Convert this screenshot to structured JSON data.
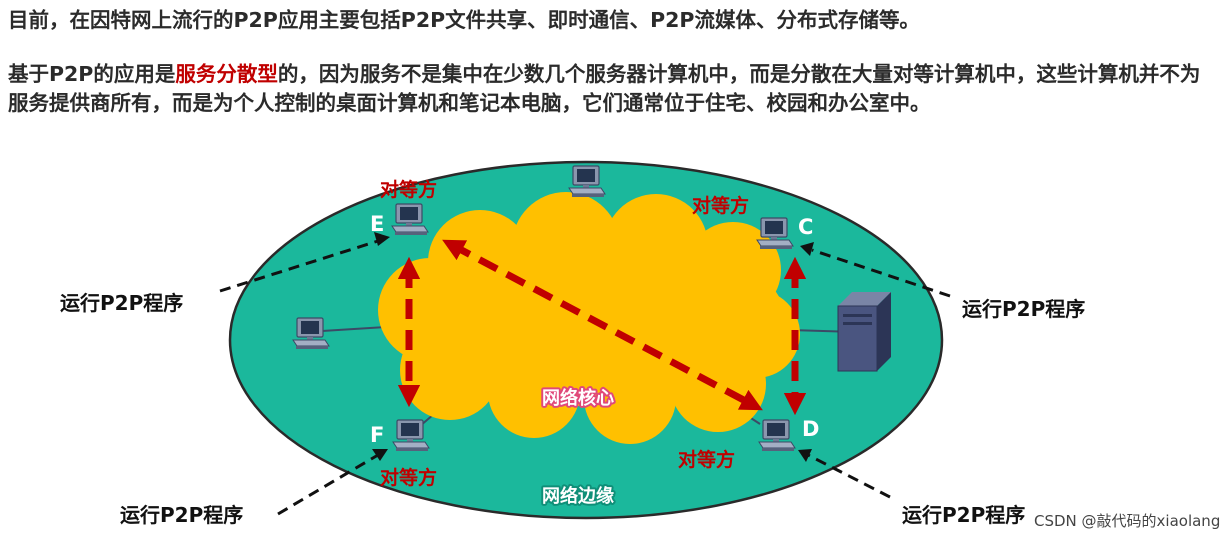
{
  "intro": "目前，在因特网上流行的P2P应用主要包括P2P文件共享、即时通信、P2P流媒体、分布式存储等。",
  "desc_before": "基于P2P的应用是",
  "desc_highlight": "服务分散型",
  "desc_after": "的，因为服务不是集中在少数几个服务器计算机中，而是分散在大量对等计算机中，这些计算机并不为服务提供商所有，而是为个人控制的桌面计算机和笔记本电脑，它们通常位于住宅、校园和办公室中。",
  "nodes": {
    "e": "E",
    "c": "C",
    "f": "F",
    "d": "D"
  },
  "peer_label": "对等方",
  "run_label": "运行P2P程序",
  "core_label": "网络核心",
  "edge_label": "网络边缘",
  "watermark": "CSDN @敲代码的xiaolang",
  "colors": {
    "edge_fill": "#1bb89c",
    "core_fill": "#ffc000",
    "arrow": "#c00000",
    "core_text": "#e0487a",
    "edge_text": "#1bb89c"
  },
  "icons": [
    "desktop-computer-icon",
    "server-tower-icon"
  ]
}
